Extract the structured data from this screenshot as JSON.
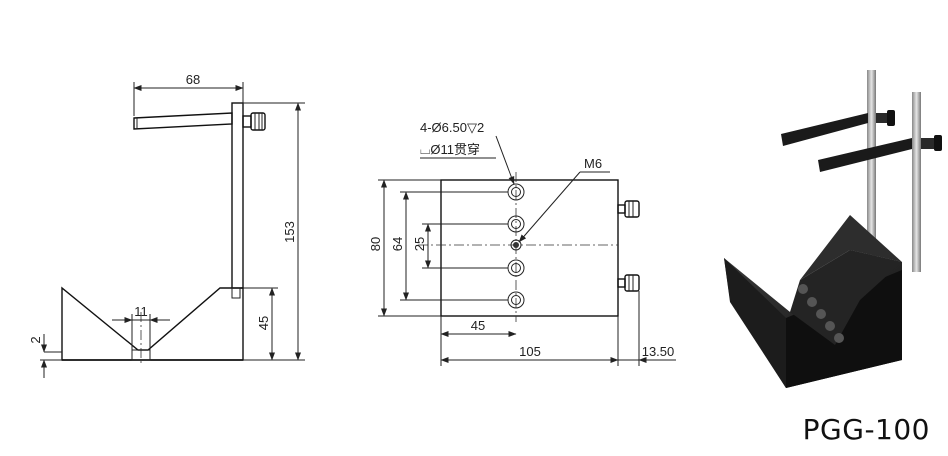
{
  "side_view": {
    "dim_width": "68",
    "dim_height": "153",
    "dim_base": "45",
    "dim_groove": "11",
    "dim_thickness": "2"
  },
  "top_view": {
    "hole_note_line1": "4-Ø6.50▽2",
    "hole_note_line2": "⌴Ø11贯穿",
    "thread_label": "M6",
    "dim_80": "80",
    "dim_64": "64",
    "dim_25": "25",
    "dim_45": "45",
    "dim_105": "105",
    "dim_13_50": "13.50"
  },
  "model_label": "PGG-100"
}
